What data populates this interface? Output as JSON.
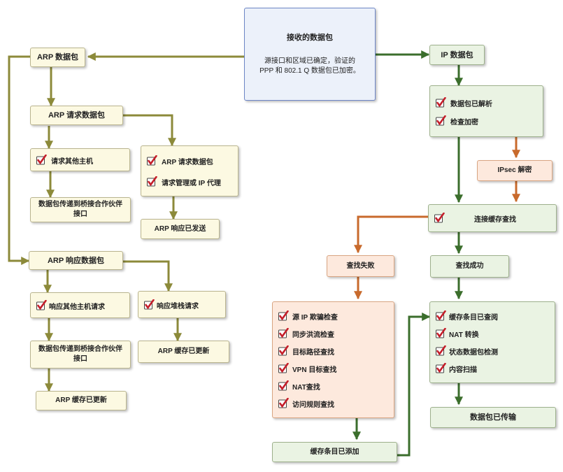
{
  "source": {
    "title": "接收的数据包",
    "line1": "源接口和区域已确定，验证的",
    "line2": "PPP 和 802.1 Q 数据包已加密。"
  },
  "arp": {
    "packet": "ARP 数据包",
    "request": {
      "title": "ARP 请求数据包",
      "other_host": "请求其他主机",
      "bridge_line1": "数据包传递到桥接合作伙伴",
      "bridge_line2": "接口",
      "check_items": [
        "ARP 请求数据包",
        "请求管理或 IP 代理"
      ],
      "reply_sent": "ARP 响应已发送"
    },
    "reply": {
      "title": "ARP 响应数据包",
      "other_host": "响应其他主机请求",
      "bridge_line1": "数据包传递到桥接合作伙伴",
      "bridge_line2": "接口",
      "cache_updated_left": "ARP 缓存已更新",
      "stack": "响应堆栈请求",
      "cache_updated_right": "ARP 缓存已更新"
    }
  },
  "ip": {
    "packet": "IP 数据包",
    "parse_items": [
      "数据包已解析",
      "检查加密"
    ],
    "ipsec": "IPsec 解密",
    "conn_lookup": "连接缓存查找",
    "lookup_fail": "查找失败",
    "lookup_success": "查找成功",
    "fail_items": [
      "源 IP 欺骗检查",
      "同步洪流检查",
      "目标路径查找",
      "VPN 目标查找",
      "NAT查找",
      "访问规则查找"
    ],
    "cache_added": "缓存条目已添加",
    "success_items": [
      "缓存条目已查阅",
      "NAT 转换",
      "状态数据包检测",
      "内容扫描"
    ],
    "transmitted": "数据包已传输"
  },
  "colors": {
    "olive": "#8c8a3a",
    "green": "#3b6e2c",
    "orange": "#c86a2c",
    "check_red": "#c41e2a"
  }
}
